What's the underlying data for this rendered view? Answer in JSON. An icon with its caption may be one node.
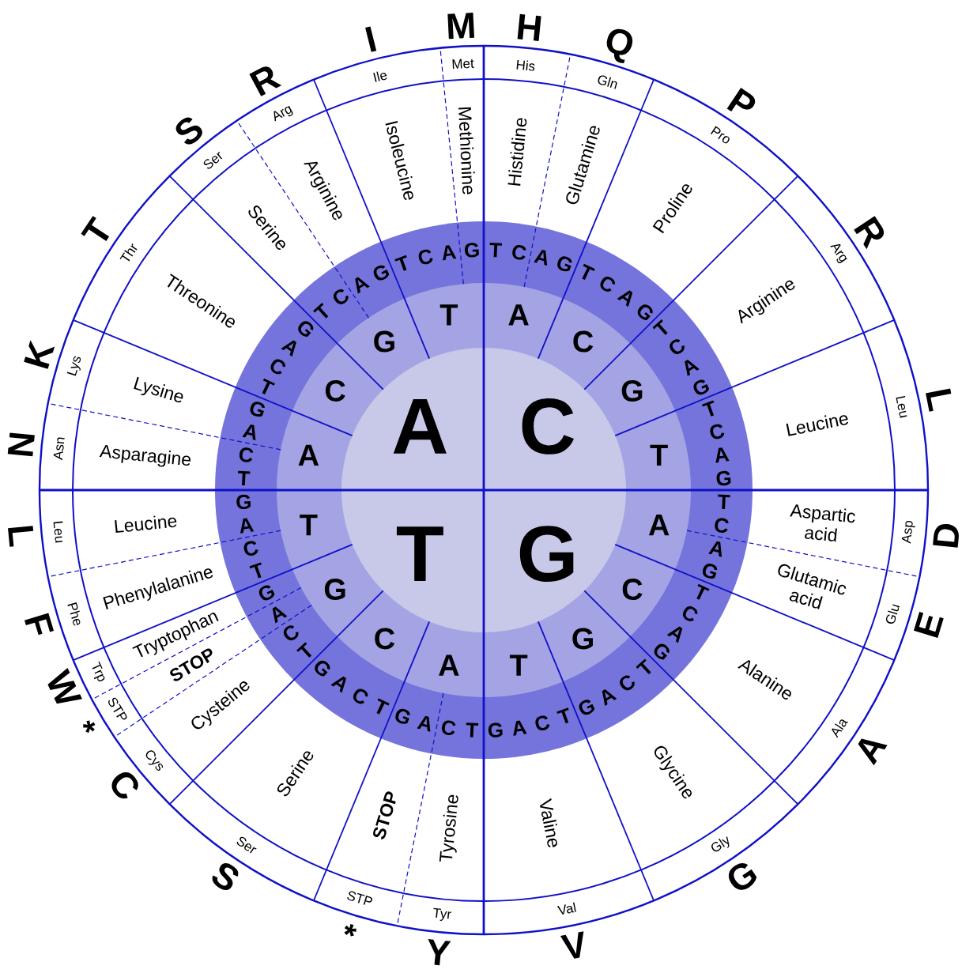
{
  "diagram": {
    "labels": [
      "A",
      "C",
      "T",
      "G",
      "A",
      "C",
      "G",
      "T",
      "A",
      "C",
      "G",
      "T",
      "A",
      "C",
      "G",
      "T",
      "A",
      "C",
      "G",
      "T",
      "T",
      "C",
      "A",
      "G",
      "T",
      "C",
      "A",
      "G",
      "T",
      "C",
      "A",
      "G",
      "T",
      "C",
      "A",
      "G",
      "T",
      "C",
      "A",
      "G",
      "T",
      "C",
      "A",
      "G",
      "T",
      "C",
      "A",
      "G",
      "T",
      "C",
      "A",
      "G",
      "T",
      "C",
      "A",
      "G",
      "T",
      "C",
      "A",
      "G",
      "T",
      "C",
      "A",
      "G",
      "T",
      "C",
      "A",
      "G",
      "T",
      "C",
      "A",
      "G",
      "T",
      "C",
      "A",
      "G",
      "T",
      "C",
      "A",
      "G",
      "T",
      "C",
      "A",
      "G",
      "Histidine",
      "Glutamine",
      "Proline",
      "Arginine",
      "Leucine",
      "Aspartic acid",
      "Glutamic acid",
      "Alanine",
      "Glycine",
      "Valine",
      "Tyrosine",
      "STOP",
      "Serine",
      "Cysteine",
      "STOP",
      "Tryptophan",
      "Phenylalanine",
      "Leucine",
      "Asparagine",
      "Lysine",
      "Threonine",
      "Serine",
      "Arginine",
      "Isoleucine",
      "Methionine",
      "His",
      "Gln",
      "Pro",
      "Arg",
      "Leu",
      "Asp",
      "Glu",
      "Ala",
      "Gly",
      "Val",
      "Tyr",
      "STP",
      "Ser",
      "Cys",
      "STP",
      "Trp",
      "Phe",
      "Leu",
      "Asn",
      "Lys",
      "Thr",
      "Ser",
      "Arg",
      "Ile",
      "Met",
      "H",
      "Q",
      "P",
      "R",
      "L",
      "D",
      "E",
      "A",
      "G",
      "V",
      "Y",
      "*",
      "S",
      "C",
      "*",
      "W",
      "F",
      "L",
      "N",
      "K",
      "T",
      "S",
      "R",
      "I",
      "M"
    ]
  }
}
